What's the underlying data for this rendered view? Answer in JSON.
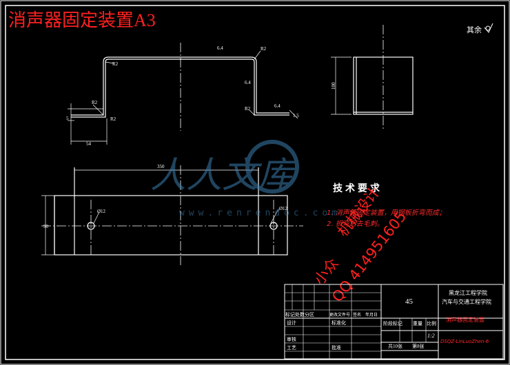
{
  "title": "消声器固定装置A3",
  "surface_note": "其余",
  "dims": {
    "bend_r_top": "R2",
    "bend_r_mid": "R2",
    "bend_r_lower": "R2",
    "bend_r_low": "R2",
    "bend_r_end": "R2",
    "flange_len": "54",
    "flange_h": "5",
    "rough_top": "6.4",
    "rough_side": "6.4",
    "rough_low": "6.4",
    "thickness": "1.5",
    "side_height": "100",
    "length": "350",
    "width": "90",
    "hole_left": "Ø12",
    "hole_right": "Ø12"
  },
  "tech": {
    "heading": "技术要求",
    "item1": "1. 消声器固定装置，用钢板折弯而成；",
    "item2": "2. 折弯后去毛刺。"
  },
  "watermark": {
    "brand": "人人文库",
    "url": "www.renrendoc.com",
    "stamp1": "机械设计",
    "stamp2": "小众",
    "stamp3": "QQ 414951605"
  },
  "titleblock": {
    "school1": "黑龙江工程学院",
    "school2": "汽车与交通工程学院",
    "material": "45",
    "part_name": "消声器固定装置",
    "drawing_no": "DSQZ-LinLuoZhen-6",
    "mark_label": "标记处数分区",
    "change_no": "更改文件号",
    "signature": "签名",
    "date": "年月日",
    "design": "设计",
    "std": "标准化",
    "audit": "审核",
    "process": "工艺",
    "stage": "阶段标记",
    "weight": "重量",
    "scale_label": "比例",
    "scale": "1:2",
    "sheets": "共10张",
    "sheet_no": "第8张",
    "approve": "批准"
  }
}
